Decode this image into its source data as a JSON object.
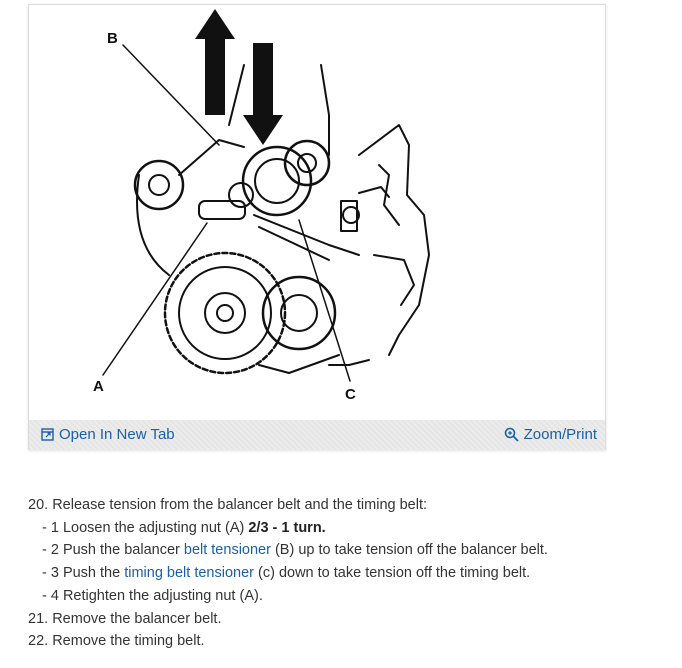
{
  "figure": {
    "labels": {
      "a": "A",
      "b": "B",
      "c": "C"
    },
    "open_tab_label": "Open In New Tab",
    "zoom_label": "Zoom/Print",
    "open_tab_icon": "external-window-icon",
    "zoom_icon": "magnifier-icon",
    "link_color": "#1a5fa8"
  },
  "steps": {
    "step20": {
      "number": "20.",
      "text": "Release tension from the balancer belt and the timing belt:",
      "subs": [
        {
          "prefix": "- 1 Loosen the adjusting nut (A) ",
          "bold": "2/3 - 1 turn."
        },
        {
          "prefix": "- 2 Push the balancer ",
          "link": "belt tensioner",
          "suffix": " (B) up to take tension off the balancer belt."
        },
        {
          "prefix": "- 3 Push the ",
          "link": "timing belt tensioner",
          "suffix": " (c) down to take tension off the timing belt."
        },
        {
          "prefix": "- 4 Retighten the adjusting nut (A)."
        }
      ]
    },
    "step21": {
      "number": "21.",
      "text": "Remove the balancer belt."
    },
    "step22": {
      "number": "22.",
      "text": "Remove the timing belt."
    }
  }
}
